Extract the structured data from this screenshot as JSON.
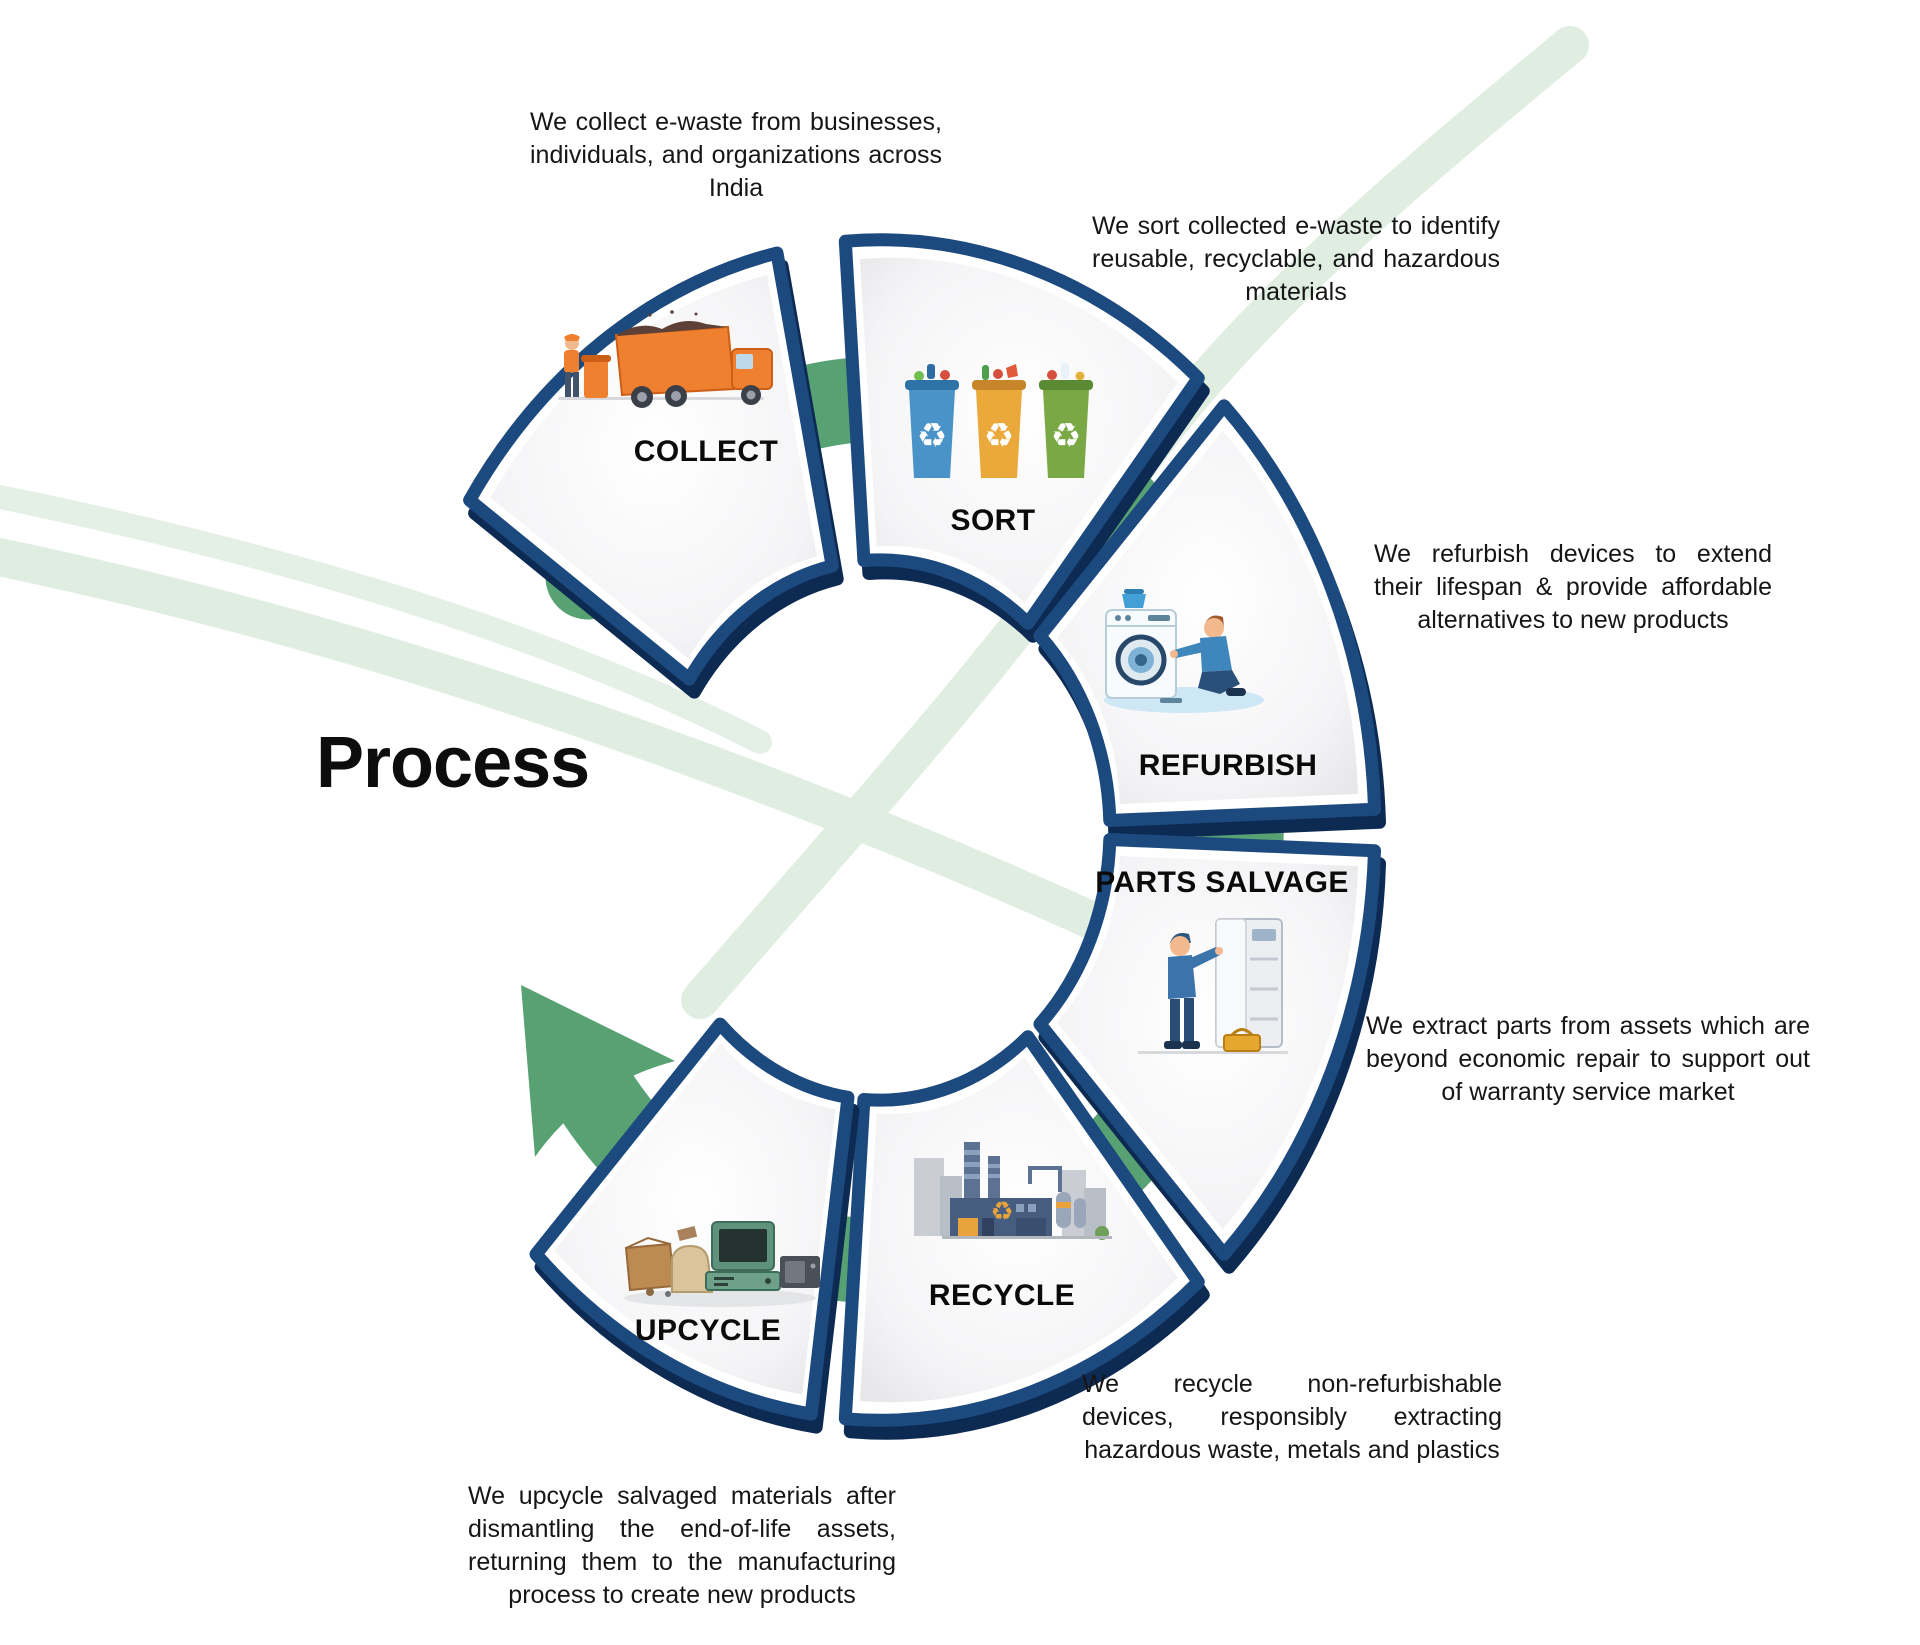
{
  "title": "Process",
  "stages": [
    {
      "id": "collect",
      "label": "COLLECT",
      "description": "We collect e-waste from businesses, individuals, and organizations across India"
    },
    {
      "id": "sort",
      "label": "SORT",
      "description": "We sort collected e-waste to identify reusable, recyclable, and hazardous materials"
    },
    {
      "id": "refurbish",
      "label": "REFURBISH",
      "description": "We refurbish devices to extend their lifespan & provide affordable alternatives to new products"
    },
    {
      "id": "parts-salvage",
      "label": "PARTS SALVAGE",
      "description": "We extract parts from assets which are beyond economic repair to support out of warranty service market"
    },
    {
      "id": "recycle",
      "label": "RECYCLE",
      "description": "We recycle non-refurbishable devices, responsibly extracting hazardous waste, metals and plastics"
    },
    {
      "id": "upcycle",
      "label": "UPCYCLE",
      "description": "We upcycle salvaged materials after dismantling the end-of-life assets, returning them to the manufacturing process to create new products"
    }
  ],
  "colors": {
    "wedge_border_navy": "#1b4a7e",
    "wedge_shadow_navy": "#0d2b52",
    "arrow_green": "#57a173",
    "ribbon_green": "#ddecdf",
    "text": "#161616"
  }
}
